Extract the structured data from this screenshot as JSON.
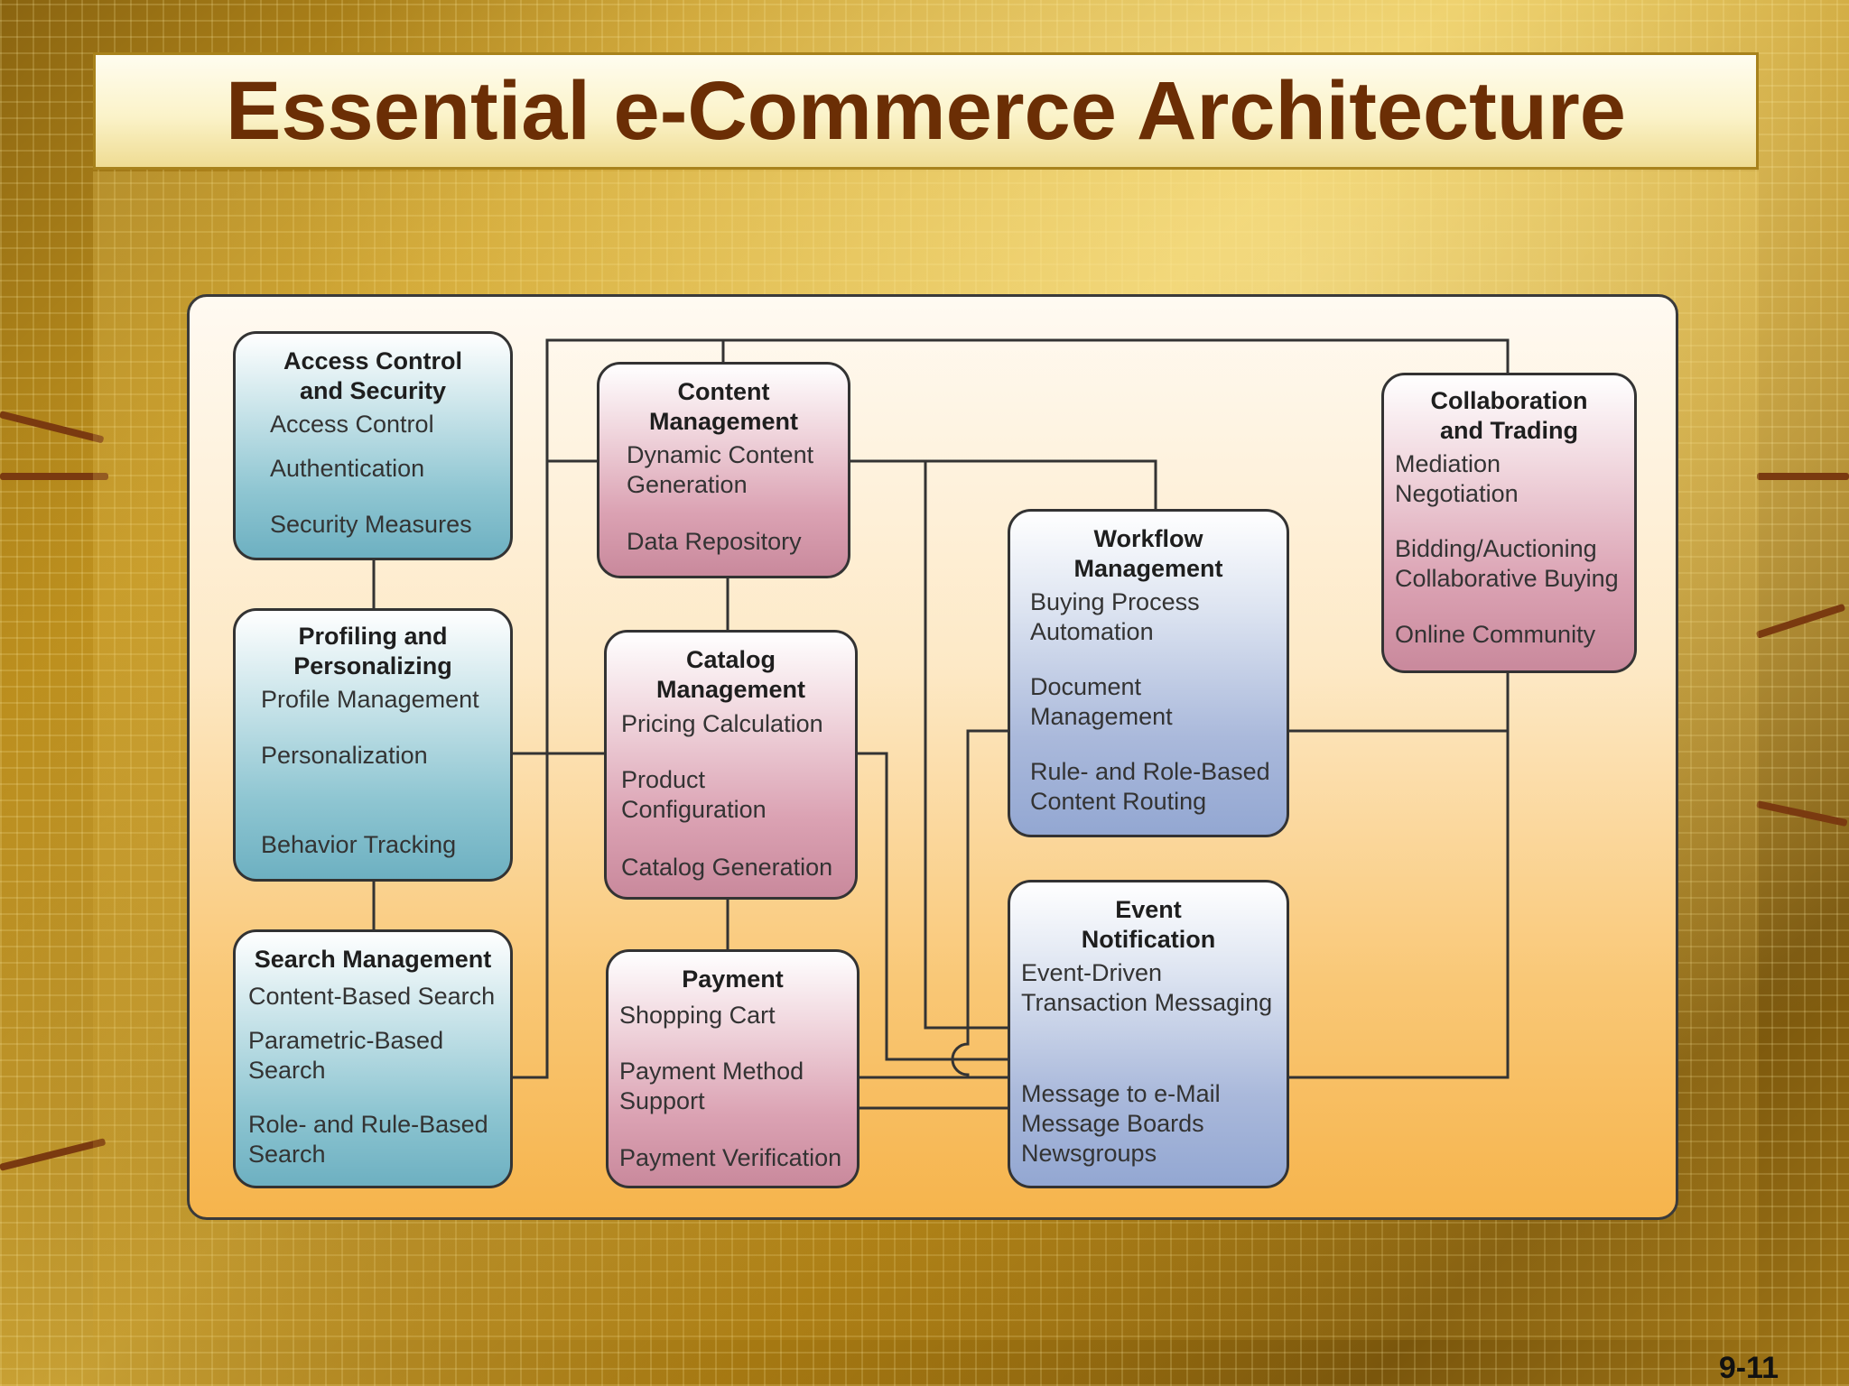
{
  "title": "Essential e-Commerce Architecture",
  "page_number": "9-11",
  "colors": {
    "title_text": "#6b2e05",
    "teal_box": "#6db0c1",
    "rose_box": "#c9899c",
    "blue_box": "#93a7d2",
    "connector": "#333333"
  },
  "boxes": {
    "access_control": {
      "heading": "Access Control\nand Security",
      "items": [
        "Access Control",
        "Authentication",
        "Security Measures"
      ]
    },
    "profiling": {
      "heading": "Profiling and\nPersonalizing",
      "items": [
        "Profile Management",
        "Personalization",
        "Behavior Tracking"
      ]
    },
    "search": {
      "heading": "Search Management",
      "items": [
        "Content-Based Search",
        "Parametric-Based\nSearch",
        "Role- and Rule-Based\nSearch"
      ]
    },
    "content": {
      "heading": "Content\nManagement",
      "items": [
        "Dynamic Content\nGeneration",
        "Data Repository"
      ]
    },
    "catalog": {
      "heading": "Catalog\nManagement",
      "items": [
        "Pricing Calculation",
        "Product\nConfiguration",
        "Catalog Generation"
      ]
    },
    "payment": {
      "heading": "Payment",
      "items": [
        "Shopping Cart",
        "Payment Method\nSupport",
        "Payment Verification"
      ]
    },
    "workflow": {
      "heading": "Workflow\nManagement",
      "items": [
        "Buying Process\nAutomation",
        "Document\nManagement",
        "Rule- and Role-Based\nContent Routing"
      ]
    },
    "event": {
      "heading": "Event\nNotification",
      "items": [
        "Event-Driven\nTransaction Messaging",
        "Message to e-Mail\nMessage Boards\nNewsgroups"
      ]
    },
    "collaboration": {
      "heading": "Collaboration\nand Trading",
      "items": [
        "Mediation\nNegotiation",
        "Bidding/Auctioning\nCollaborative Buying",
        "Online Community"
      ]
    }
  }
}
